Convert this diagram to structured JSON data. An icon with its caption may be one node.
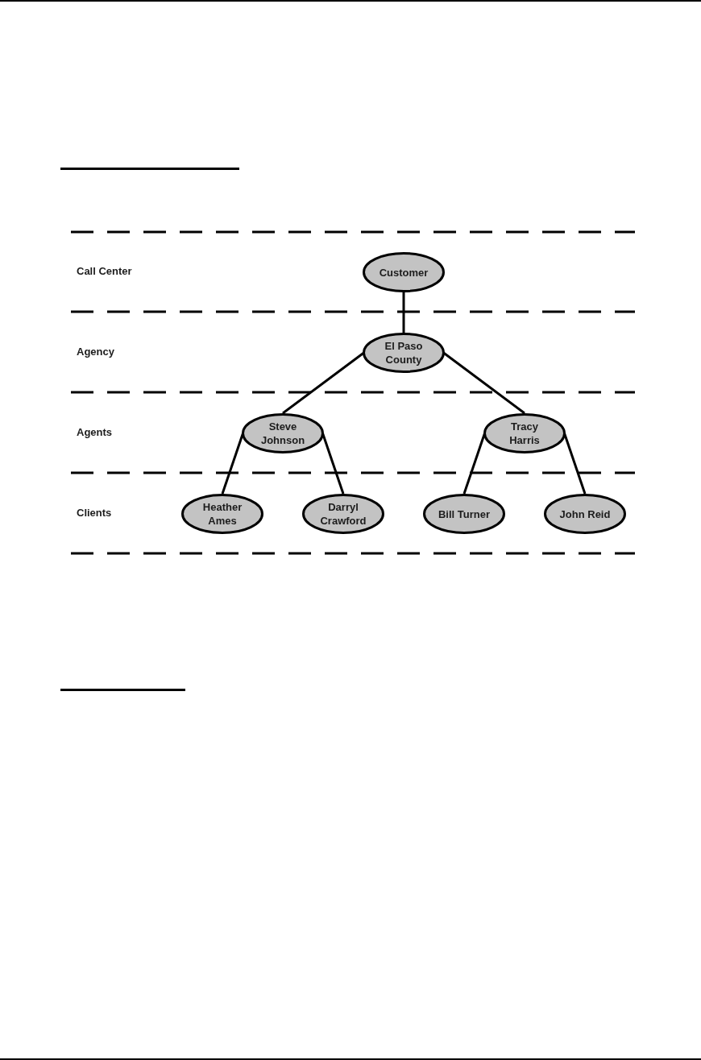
{
  "diagram": {
    "nodes": [
      {
        "text": [
          "Customer"
        ]
      },
      {
        "text": [
          "El Paso County"
        ]
      },
      {
        "text": [
          "Steve Johnson"
        ]
      },
      {
        "text": [
          "Tracy Harris"
        ]
      },
      {
        "text": [
          "Heather Ames"
        ]
      },
      {
        "text": [
          "Darryl Crawford"
        ]
      },
      {
        "text": [
          "Bill Turner"
        ]
      },
      {
        "text": [
          "John Reid"
        ]
      }
    ],
    "edges": [
      {
        "from": 0,
        "to": 1,
        "arrow": "none"
      },
      {
        "from": 1,
        "to": 2,
        "arrow": "none"
      },
      {
        "from": 1,
        "to": 3,
        "arrow": "none"
      },
      {
        "from": 2,
        "to": 4,
        "arrow": "none"
      },
      {
        "from": 2,
        "to": 5,
        "arrow": "none"
      },
      {
        "from": 3,
        "to": 6,
        "arrow": "none"
      },
      {
        "from": 3,
        "to": 7,
        "arrow": "none"
      }
    ],
    "labels": [
      "Call Center",
      "Agency",
      "Agents",
      "Clients"
    ]
  }
}
